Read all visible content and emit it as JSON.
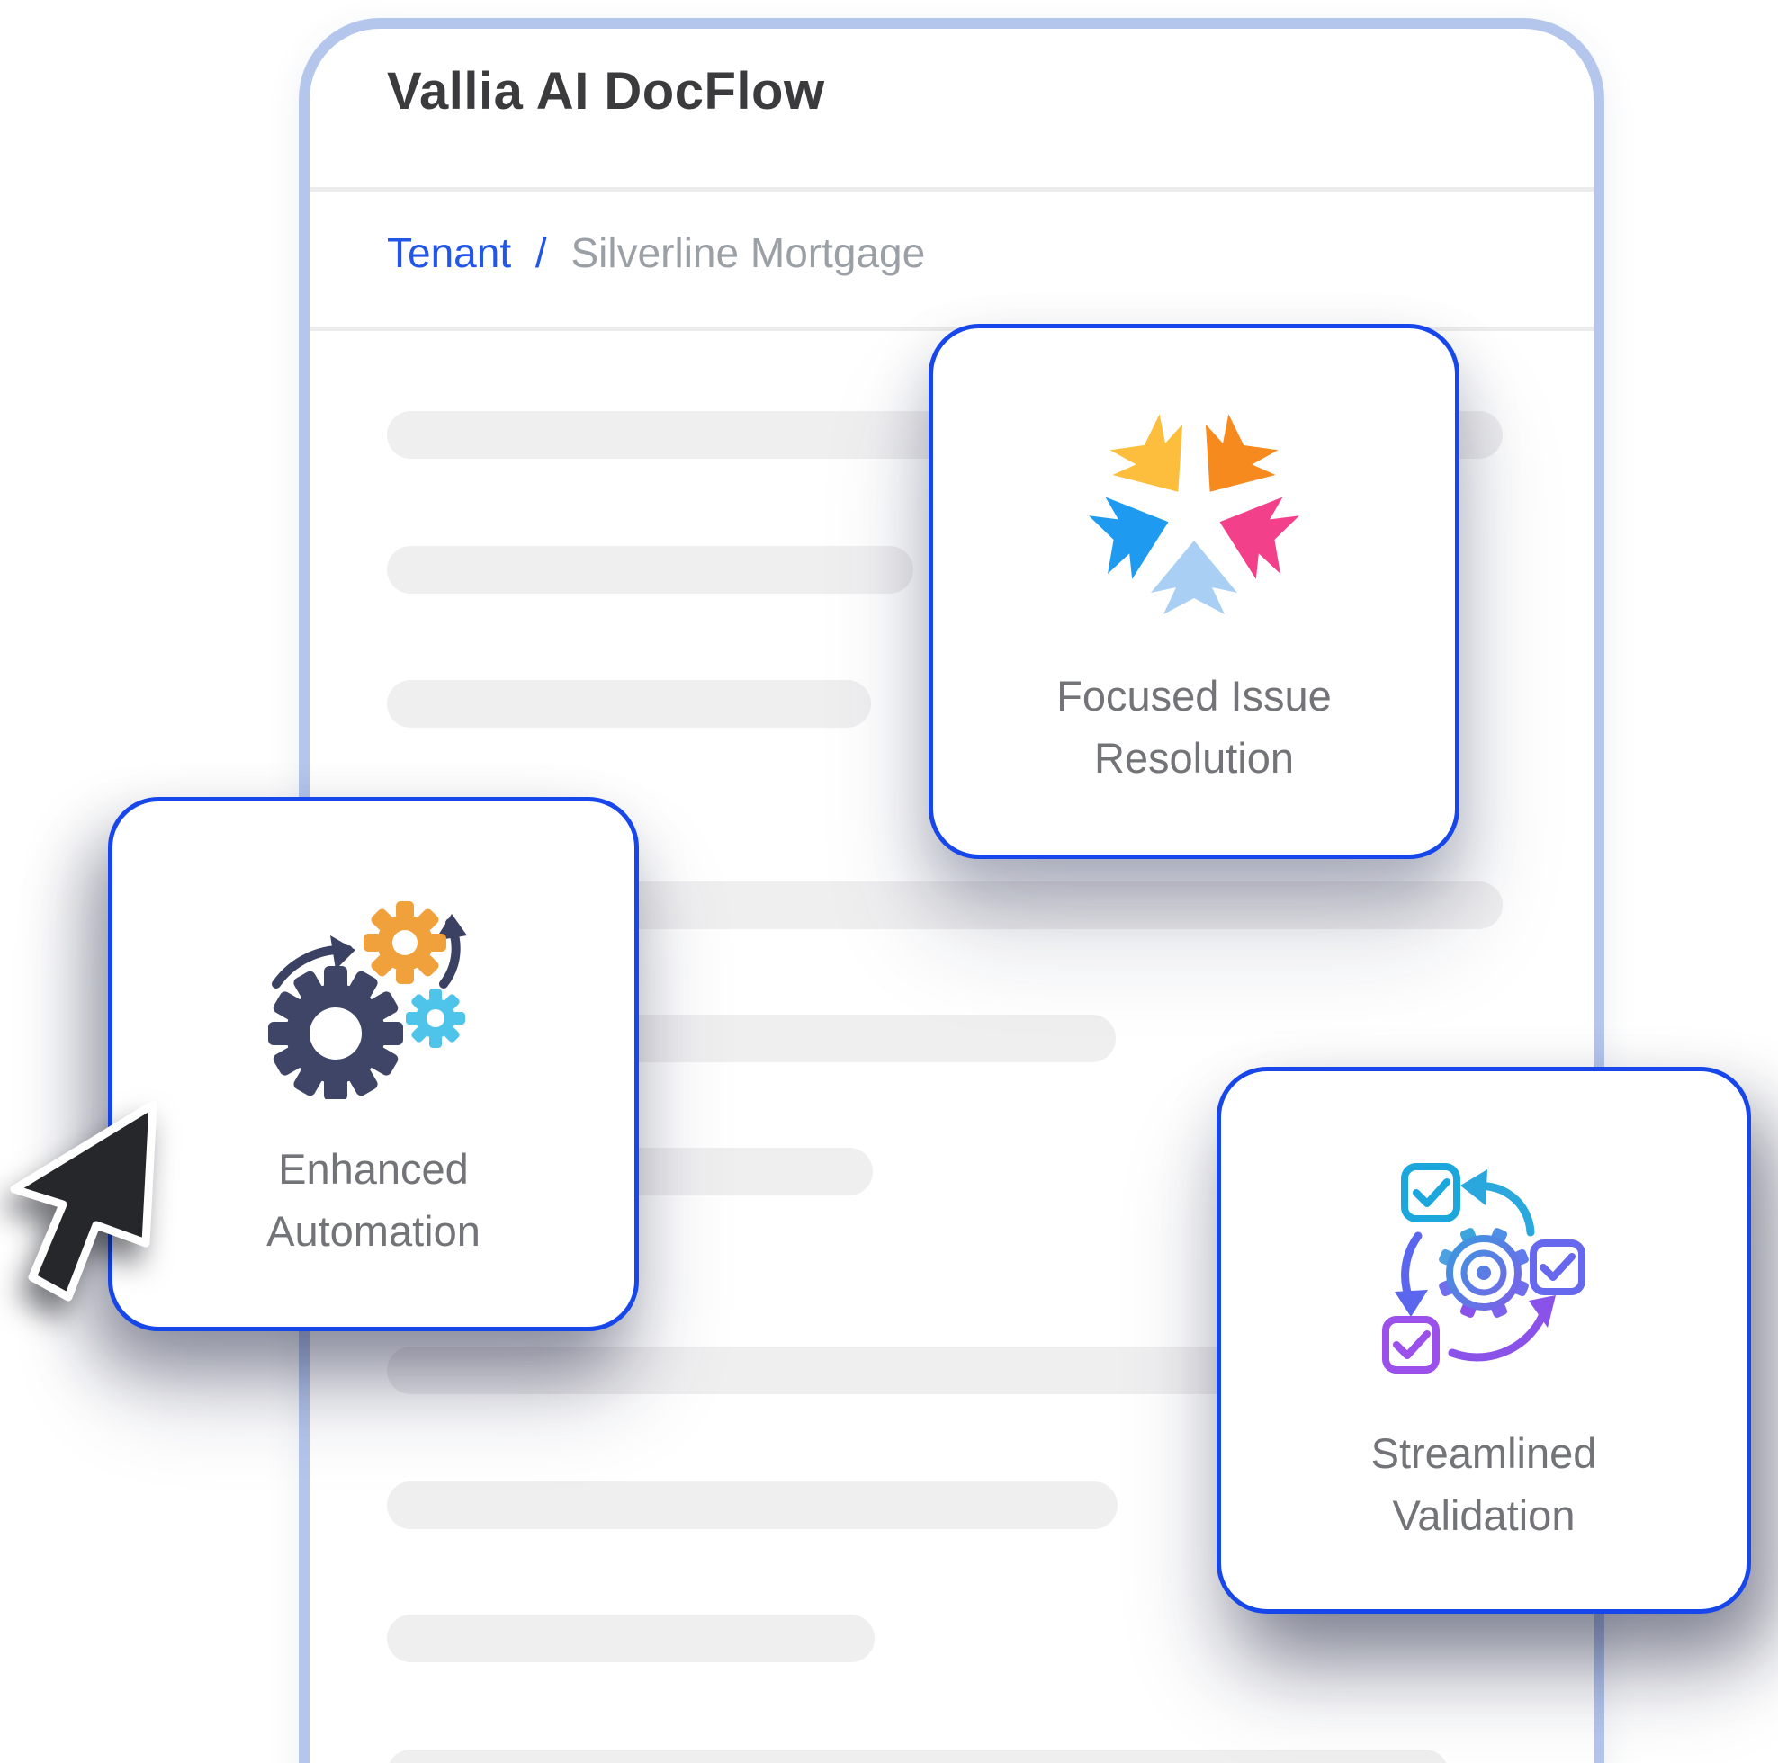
{
  "window": {
    "title": "Vallia AI DocFlow"
  },
  "breadcrumb": {
    "root": "Tenant",
    "separator": "/",
    "current": "Silverline Mortgage"
  },
  "feature_cards": [
    {
      "title_line1": "Focused Issue",
      "title_line2": "Resolution",
      "icon": "converging-arrows-icon"
    },
    {
      "title_line1": "Enhanced",
      "title_line2": "Automation",
      "icon": "gears-automation-icon"
    },
    {
      "title_line1": "Streamlined",
      "title_line2": "Validation",
      "icon": "validation-cycle-icon"
    }
  ],
  "colors": {
    "card_border_blue": "#1747EA",
    "breadcrumb_link_blue": "#2156E8",
    "frame_edge_blue": "#B5C6EC",
    "muted_label_gray": "#737478",
    "skeleton_gray": "#F0EFF0",
    "arrow_yellow": "#FCBE3C",
    "arrow_orange": "#F78A1E",
    "arrow_blue": "#1E9BF0",
    "arrow_pink": "#F2418A",
    "arrow_lightblue": "#A9CFF5",
    "gear_navy": "#3F4566",
    "gear_orange": "#F0A13C",
    "gear_skyblue": "#4EC4EB",
    "validation_cyan": "#2AA7DD",
    "validation_indigo": "#6668EE",
    "validation_purple": "#8B52EA",
    "cursor_black": "#26272B"
  }
}
